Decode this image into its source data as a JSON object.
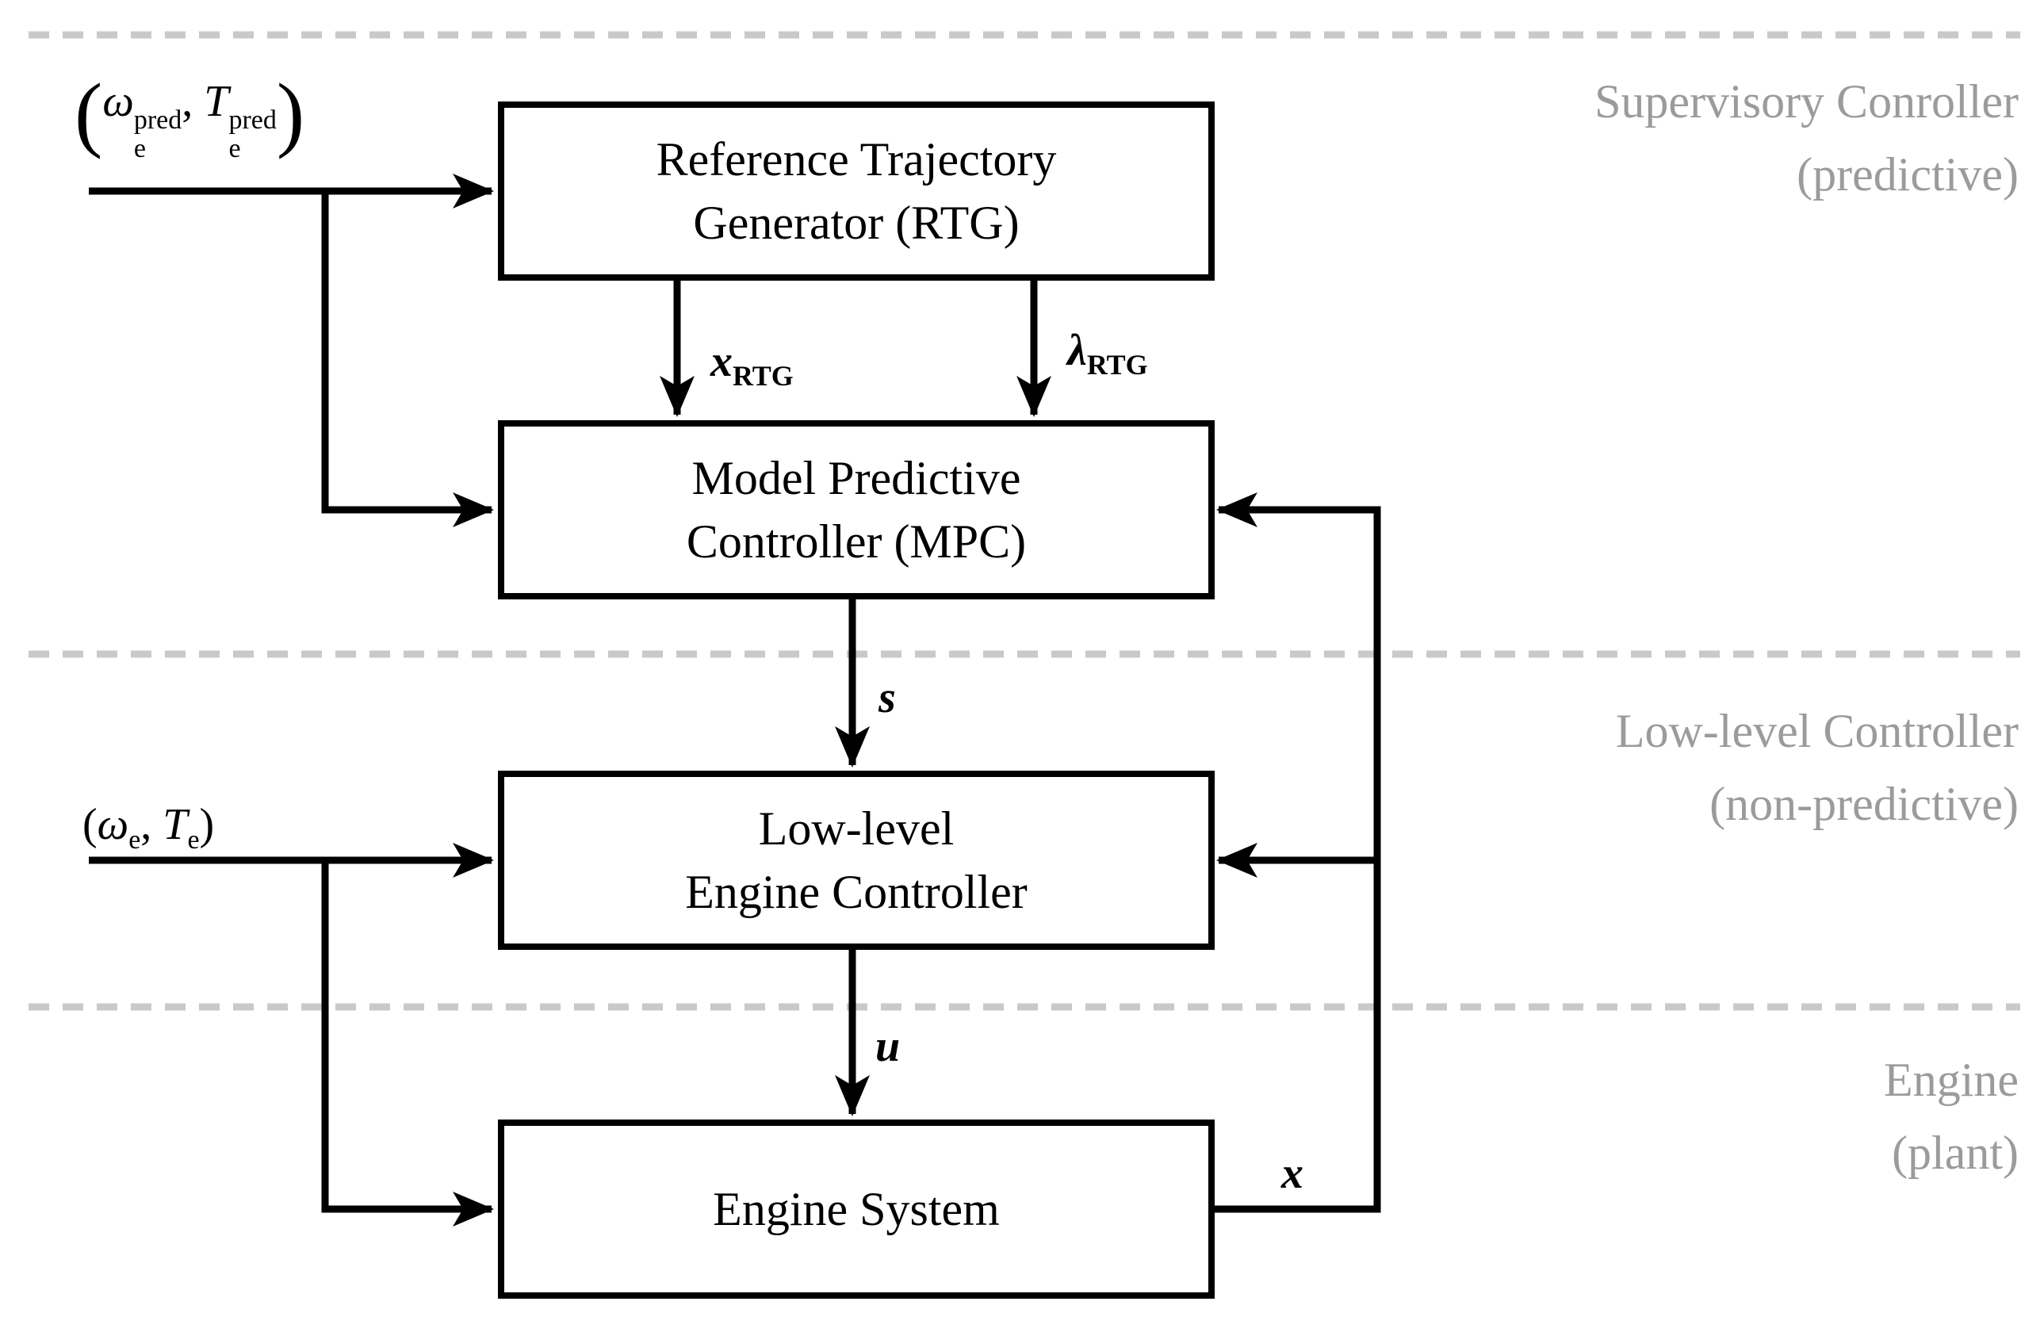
{
  "sections": [
    {
      "line1": "Supervisory Conroller",
      "line2": "(predictive)"
    },
    {
      "line1": "Low-level Controller",
      "line2": "(non-predictive)"
    },
    {
      "line1": "Engine",
      "line2": "(plant)"
    }
  ],
  "blocks": {
    "rtg": {
      "line1": "Reference Trajectory",
      "line2": "Generator (RTG)"
    },
    "mpc": {
      "line1": "Model Predictive",
      "line2": "Controller (MPC)"
    },
    "llc": {
      "line1": "Low-level",
      "line2": "Engine Controller"
    },
    "engine": {
      "line1": "Engine System"
    }
  },
  "signals": {
    "pred_input": {
      "open": "(",
      "omega": "ω",
      "omega_sup": "pred",
      "omega_sub": "e",
      "comma": ", ",
      "T": "T",
      "T_sup": "pred",
      "T_sub": "e",
      "close": ")"
    },
    "meas_input": {
      "open": "(",
      "omega": "ω",
      "omega_sub": "e",
      "comma": ", ",
      "T": "T",
      "T_sub": "e",
      "close": ")"
    },
    "x_rtg": {
      "base": "x",
      "sub": "RTG"
    },
    "lambda_rtg": {
      "base": "λ",
      "sub": "RTG"
    },
    "s": "s",
    "u": "u",
    "x": "x"
  },
  "colors": {
    "line_black": "#000000",
    "section_text_gray": "#9b9b9b",
    "divider_gray": "#c9c9c9",
    "background": "#ffffff"
  }
}
